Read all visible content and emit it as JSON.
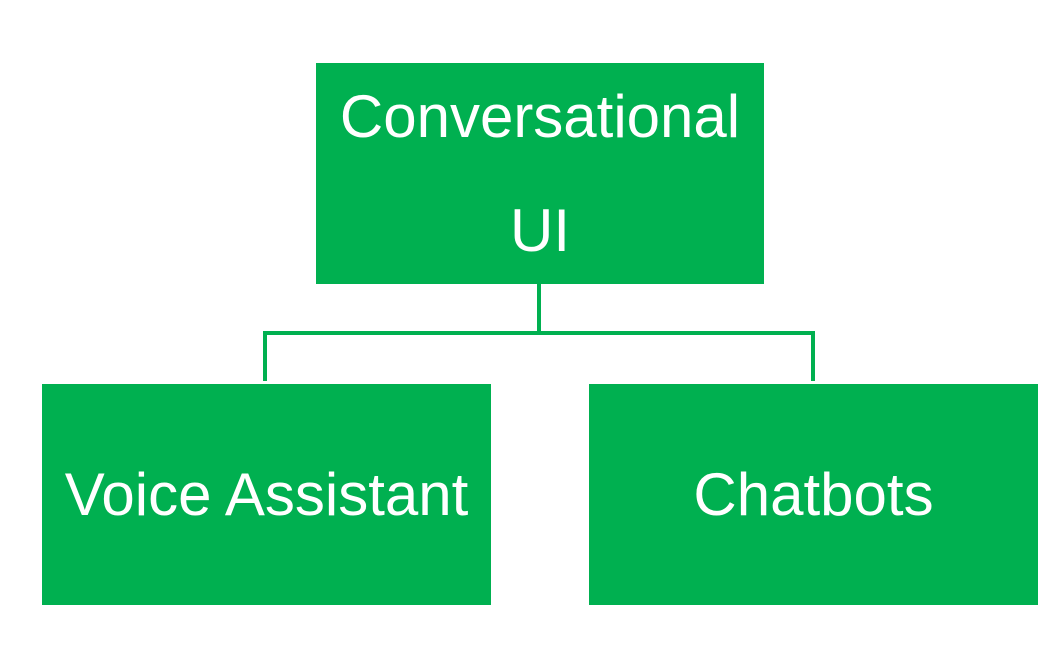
{
  "diagram": {
    "root": {
      "label": "Conversational UI"
    },
    "children": [
      {
        "label": "Voice Assistant"
      },
      {
        "label": "Chatbots"
      }
    ]
  },
  "colors": {
    "node_fill": "#00b050",
    "node_text": "#ffffff",
    "connector": "#00b050",
    "background": "#ffffff"
  }
}
